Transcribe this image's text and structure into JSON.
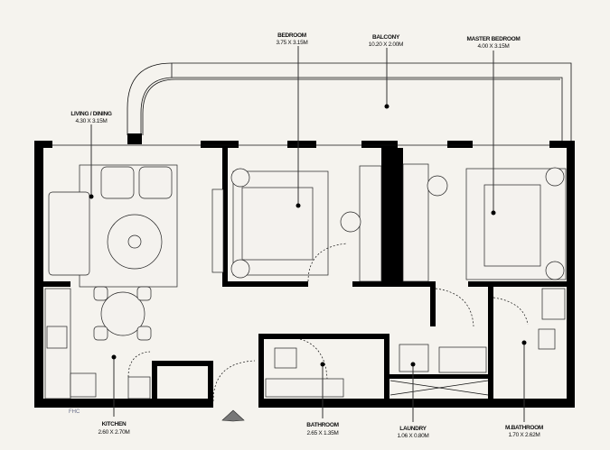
{
  "rooms": {
    "living": {
      "name": "LIVING / DINING",
      "size": "4.30 X 3.15M"
    },
    "bedroom": {
      "name": "BEDROOM",
      "size": "3.75 X 3.15M"
    },
    "balcony": {
      "name": "BALCONY",
      "size": "10.20 X 2.00M"
    },
    "master": {
      "name": "MASTER BEDROOM",
      "size": "4.00 X 3.15M"
    },
    "kitchen": {
      "name": "KITCHEN",
      "size": "2.60 X 2.70M"
    },
    "bathroom": {
      "name": "BATHROOM",
      "size": "2.65 X 1.35M"
    },
    "laundry": {
      "name": "LAUNDRY",
      "size": "1.06 X 0.80M"
    },
    "mbathroom": {
      "name": "M.BATHROOM",
      "size": "1.70 X 2.62M"
    }
  },
  "annotations": {
    "fhc": "FHC"
  },
  "colors": {
    "background": "#f5f3ee",
    "wall": "#000000",
    "entrance": "#777777"
  }
}
